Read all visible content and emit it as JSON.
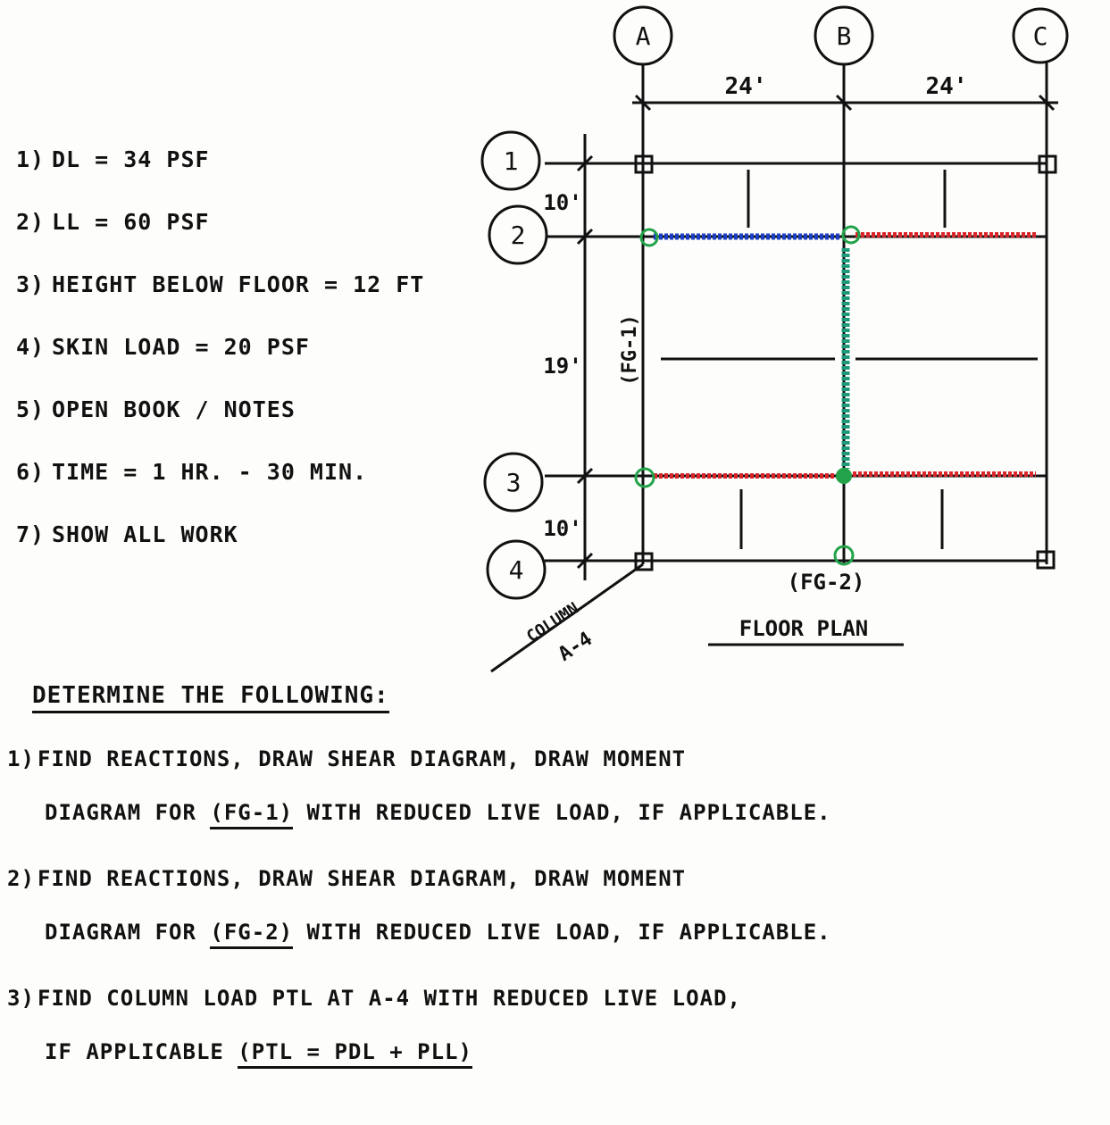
{
  "given": [
    {
      "num": "1)",
      "text": "DL = 34 PSF"
    },
    {
      "num": "2)",
      "text": "LL = 60 PSF"
    },
    {
      "num": "3)",
      "text": "HEIGHT BELOW FLOOR = 12 FT"
    },
    {
      "num": "4)",
      "text": "SKIN LOAD = 20 PSF"
    },
    {
      "num": "5)",
      "text": "OPEN BOOK / NOTES"
    },
    {
      "num": "6)",
      "text": "TIME = 1 HR. - 30 MIN."
    },
    {
      "num": "7)",
      "text": "SHOW ALL WORK"
    }
  ],
  "plan": {
    "grid_cols": [
      "A",
      "B",
      "C"
    ],
    "grid_rows": [
      "1",
      "2",
      "3",
      "4"
    ],
    "col_spacing": [
      "24'",
      "24'"
    ],
    "row_spacing": [
      "10'",
      "19'",
      "10'"
    ],
    "girder_1_label": "(FG-1)",
    "girder_2_label": "(FG-2)",
    "column_label": "COLUMN",
    "column_id": "A-4",
    "plan_title": "FLOOR PLAN",
    "colors": {
      "blue_beam": "#1a3fc4",
      "red_beam": "#d8262b",
      "green_girder": "#1d9a7a",
      "green_node": "#22a34a"
    }
  },
  "heading": "DETERMINE THE FOLLOWING:",
  "tasks": [
    {
      "num": "1)",
      "line1": "FIND REACTIONS, DRAW SHEAR DIAGRAM, DRAW MOMENT",
      "line2_pre": "DIAGRAM FOR ",
      "line2_ul": "(FG-1)",
      "line2_post": " WITH REDUCED LIVE LOAD, IF APPLICABLE."
    },
    {
      "num": "2)",
      "line1": "FIND REACTIONS, DRAW SHEAR DIAGRAM, DRAW MOMENT",
      "line2_pre": "DIAGRAM FOR ",
      "line2_ul": "(FG-2)",
      "line2_post": " WITH REDUCED LIVE LOAD, IF APPLICABLE."
    },
    {
      "num": "3)",
      "line1": "FIND COLUMN LOAD PTL AT A-4 WITH REDUCED LIVE LOAD,",
      "line2_pre": "IF APPLICABLE ",
      "line2_ul": "(PTL = PDL + PLL)",
      "line2_post": ""
    }
  ]
}
